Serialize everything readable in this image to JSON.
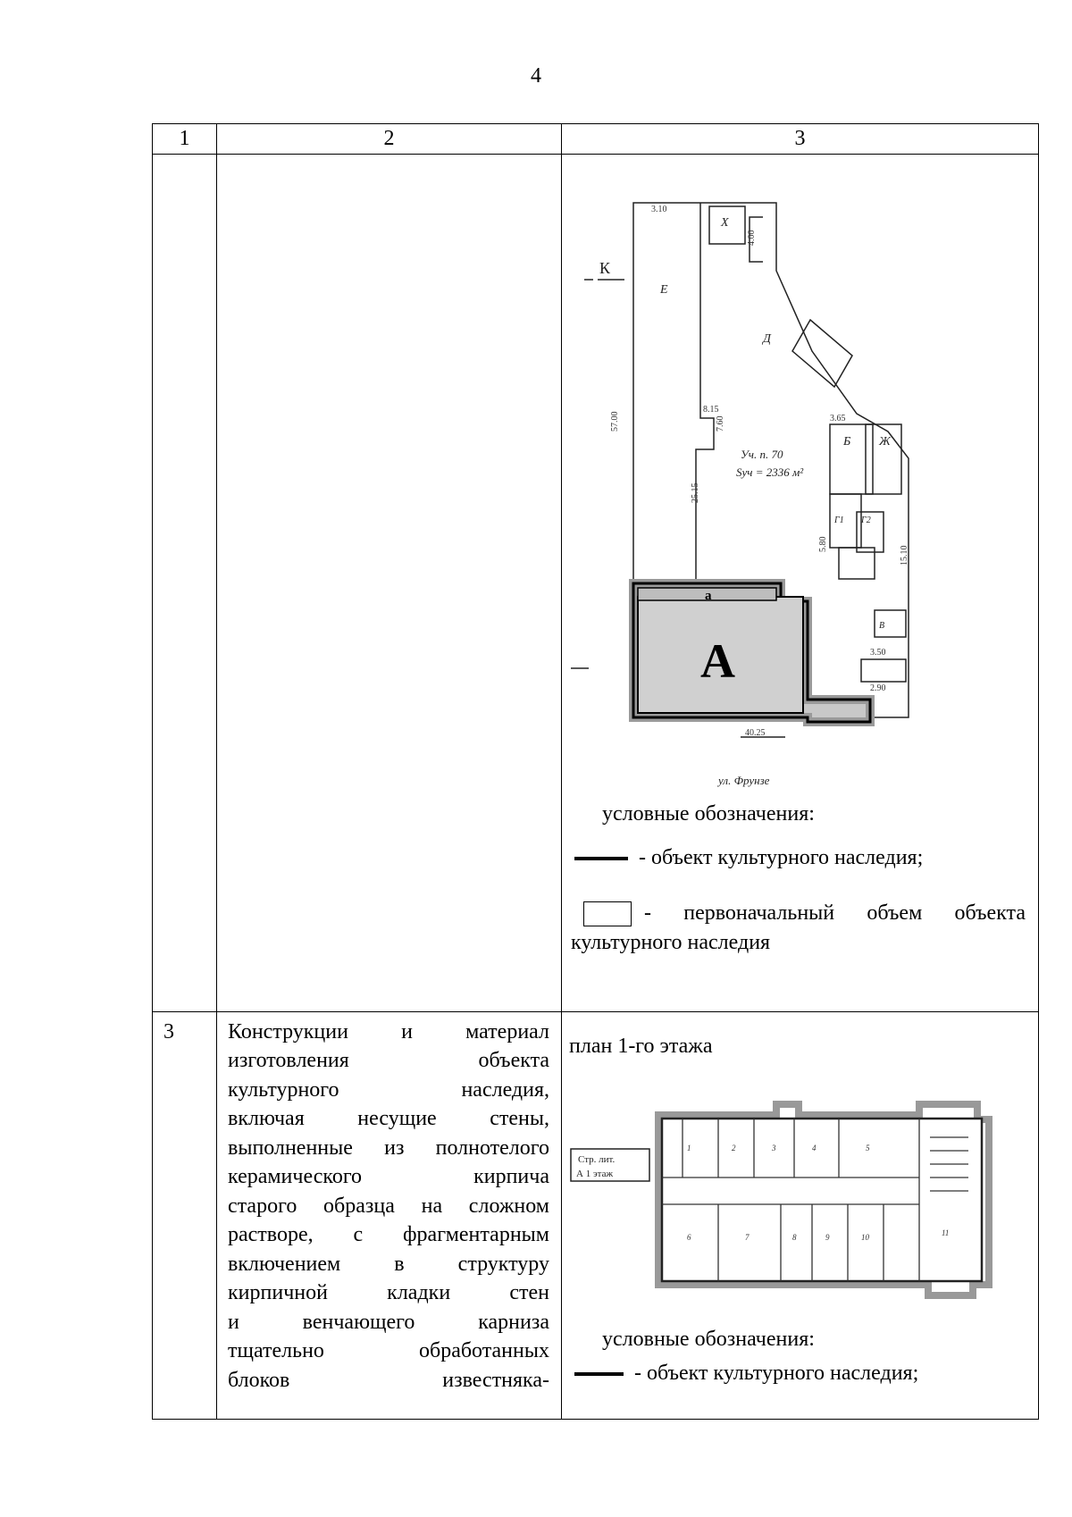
{
  "page": {
    "number": "4"
  },
  "table": {
    "headers": [
      "1",
      "2",
      "3"
    ],
    "row2": {
      "legend_title": "условные обозначения:",
      "legend_heritage": "- объект культурного наследия;",
      "legend_original_line1": "- первоначальный объем объекта",
      "legend_original_line2": "культурного наследия",
      "site_plan": {
        "building_letter": "А",
        "wing_letter": "а",
        "direction_label": "К",
        "street_label": "ул. Фрунзе",
        "area_label_1": "Уч. п. 70",
        "area_label_2": "Sуч = 2336 м²",
        "dims": [
          "3.10",
          "4.00",
          "57.00",
          "25.15",
          "8.15",
          "7.60",
          "3.65",
          "3.50",
          "2.90",
          "15.10",
          "40.25",
          "5.80"
        ],
        "letters": [
          "Е",
          "Х",
          "Д",
          "Б",
          "Ж",
          "Г1",
          "Г2",
          "В"
        ]
      }
    },
    "row3": {
      "number": "3",
      "description_lines": [
        "Конструкции и материал",
        "изготовления объекта",
        "культурного наследия,",
        "включая несущие стены,",
        "выполненные из полнотелого",
        "керамического кирпича",
        "старого образца на сложном",
        "растворе, с фрагментарным",
        "включением в структуру",
        "кирпичной кладки стен",
        "и венчающего карниза",
        "тщательно обработанных",
        "блоков известняка-"
      ],
      "plan_title": "план 1-го этажа",
      "floor_plan_label_1": "Стр. лит.",
      "floor_plan_label_2": "А 1 этаж",
      "legend_title": "условные обозначения:",
      "legend_heritage": "- объект культурного наследия;",
      "floor_rooms": [
        "1",
        "2",
        "3",
        "4",
        "5",
        "6",
        "7",
        "8",
        "9",
        "10",
        "11"
      ]
    }
  }
}
